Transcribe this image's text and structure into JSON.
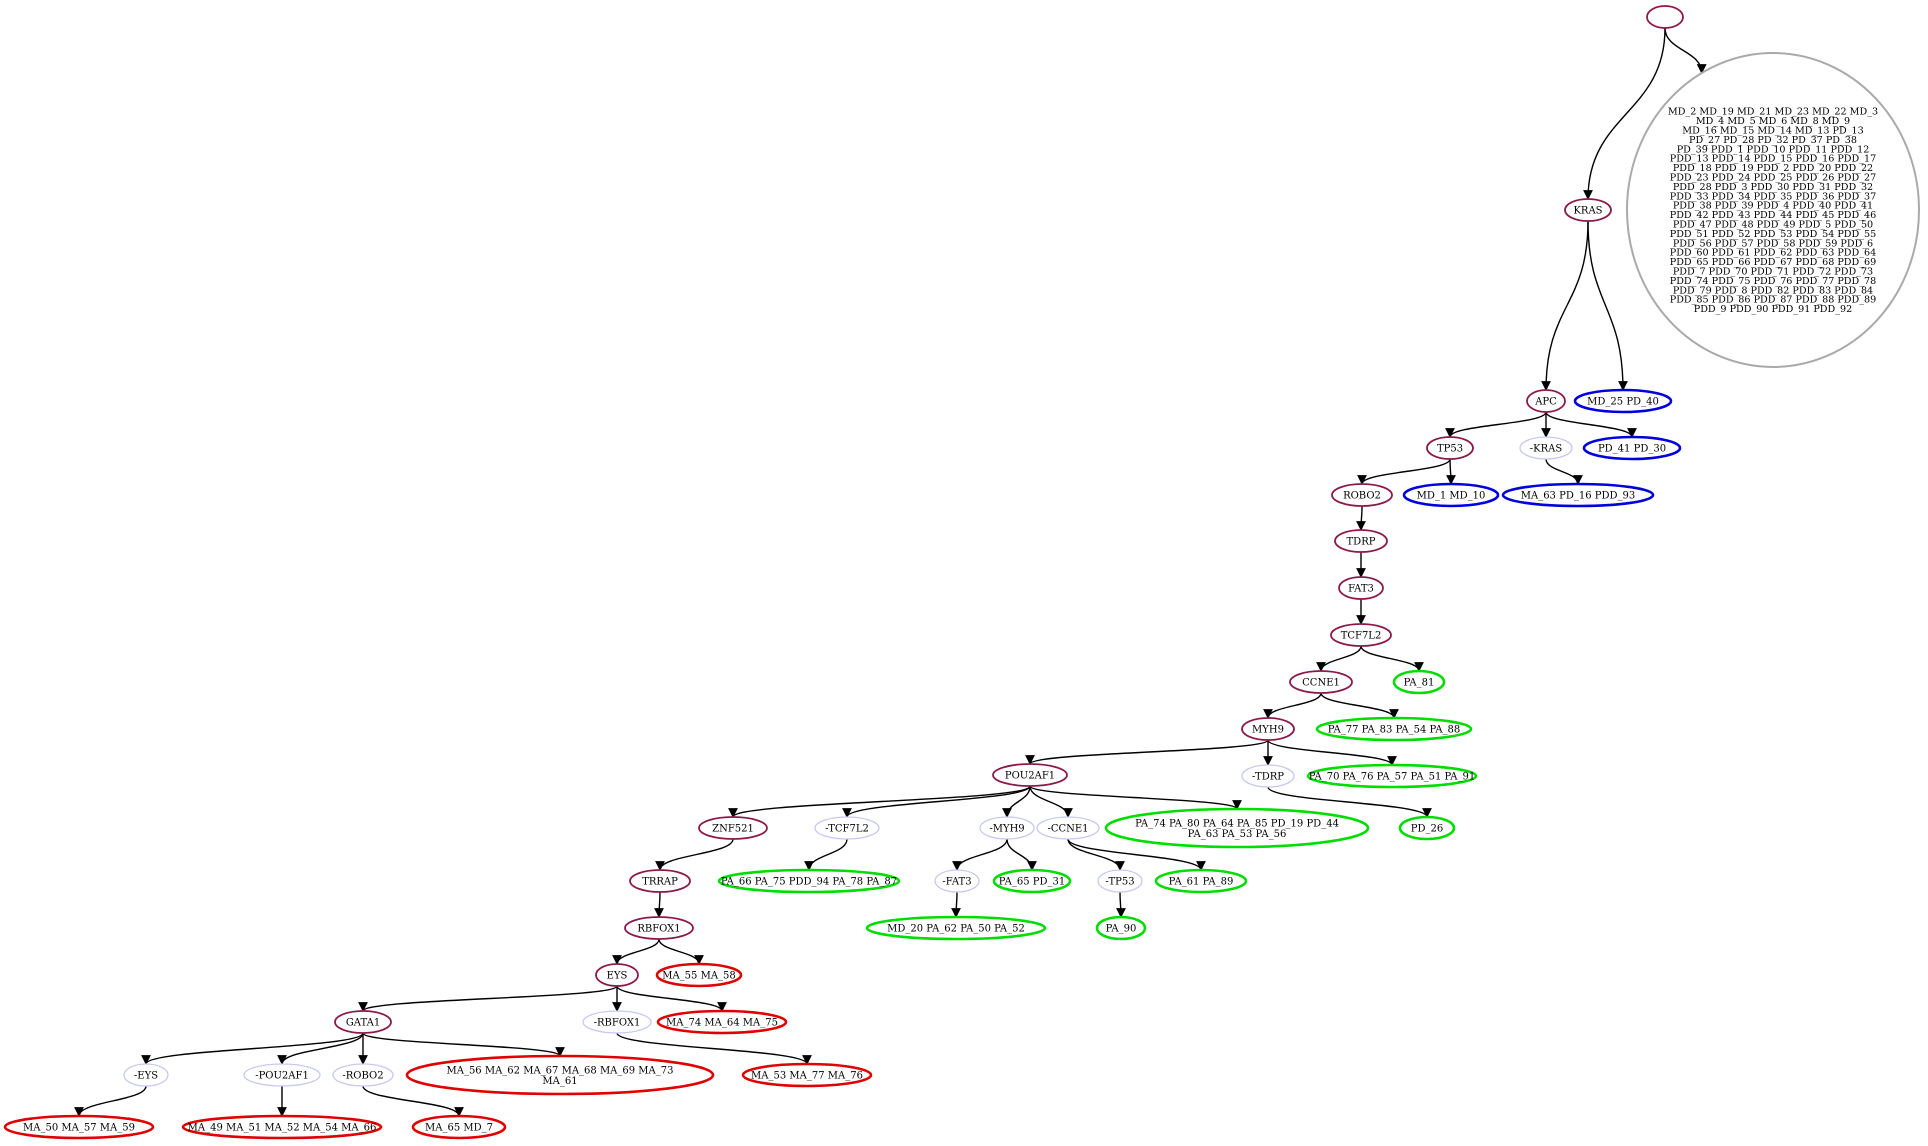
{
  "colors": {
    "mutation": "#8b1a4a",
    "loss": "#c8c8f0",
    "group_md": "#0000dd",
    "group_pa": "#00dd00",
    "group_ma": "#e00000",
    "root_cluster": "#aaaaaa",
    "edge": "#000000"
  },
  "nodes": {
    "root": {
      "label": "",
      "kind": "mutation"
    },
    "cluster": {
      "label": "",
      "kind": "cluster",
      "lines": [
        "MD_2 MD_19 MD_21 MD_23 MD_22 MD_3",
        "MD_4 MD_5 MD_6 MD_8 MD_9",
        "MD_16 MD_15 MD_14 MD_13 PD_13",
        "PD_27 PD_28 PD_32 PD_37 PD_38",
        "PD_39 PDD_1 PDD_10 PDD_11 PDD_12",
        "PDD_13 PDD_14 PDD_15 PDD_16 PDD_17",
        "PDD_18 PDD_19 PDD_2 PDD_20 PDD_22",
        "PDD_23 PDD_24 PDD_25 PDD_26 PDD_27",
        "PDD_28 PDD_3 PDD_30 PDD_31 PDD_32",
        "PDD_33 PDD_34 PDD_35 PDD_36 PDD_37",
        "PDD_38 PDD_39 PDD_4 PDD_40 PDD_41",
        "PDD_42 PDD_43 PDD_44 PDD_45 PDD_46",
        "PDD_47 PDD_48 PDD_49 PDD_5 PDD_50",
        "PDD_51 PDD_52 PDD_53 PDD_54 PDD_55",
        "PDD_56 PDD_57 PDD_58 PDD_59 PDD_6",
        "PDD_60 PDD_61 PDD_62 PDD_63 PDD_64",
        "PDD_65 PDD_66 PDD_67 PDD_68 PDD_69",
        "PDD_7 PDD_70 PDD_71 PDD_72 PDD_73",
        "PDD_74 PDD_75 PDD_76 PDD_77 PDD_78",
        "PDD_79 PDD_8 PDD_82 PDD_83 PDD_84",
        "PDD_85 PDD_86 PDD_87 PDD_88 PDD_89",
        "PDD_9 PDD_90 PDD_91 PDD_92"
      ]
    },
    "kras": {
      "label": "KRAS",
      "kind": "mutation"
    },
    "md25": {
      "label": "MD_25 PD_40",
      "kind": "group_md"
    },
    "apc": {
      "label": "APC",
      "kind": "mutation"
    },
    "tp53": {
      "label": "TP53",
      "kind": "mutation"
    },
    "nkras": {
      "label": "-KRAS",
      "kind": "loss"
    },
    "pd41": {
      "label": "PD_41 PD_30",
      "kind": "group_md"
    },
    "robo2": {
      "label": "ROBO2",
      "kind": "mutation"
    },
    "md1": {
      "label": "MD_1 MD_10",
      "kind": "group_md"
    },
    "ma63": {
      "label": "MA_63 PD_16 PDD_93",
      "kind": "group_md"
    },
    "tdrp": {
      "label": "TDRP",
      "kind": "mutation"
    },
    "fat3": {
      "label": "FAT3",
      "kind": "mutation"
    },
    "tcf7l2": {
      "label": "TCF7L2",
      "kind": "mutation"
    },
    "pa81": {
      "label": "PA_81",
      "kind": "group_pa"
    },
    "ccne1": {
      "label": "CCNE1",
      "kind": "mutation"
    },
    "pa77": {
      "label": "PA_77 PA_83 PA_54 PA_88",
      "kind": "group_pa"
    },
    "myh9": {
      "label": "MYH9",
      "kind": "mutation"
    },
    "pou2af1": {
      "label": "POU2AF1",
      "kind": "mutation"
    },
    "ntdrp": {
      "label": "-TDRP",
      "kind": "loss"
    },
    "pa70": {
      "label": "PA_70 PA_76 PA_57 PA_51 PA_91",
      "kind": "group_pa"
    },
    "pd26": {
      "label": "PD_26",
      "kind": "group_pa"
    },
    "znf521": {
      "label": "ZNF521",
      "kind": "mutation"
    },
    "ntcf7l2": {
      "label": "-TCF7L2",
      "kind": "loss"
    },
    "nmyh9": {
      "label": "-MYH9",
      "kind": "loss"
    },
    "nccne1": {
      "label": "-CCNE1",
      "kind": "loss"
    },
    "pa74": {
      "label": "",
      "kind": "group_pa",
      "lines": [
        "PA_74 PA_80 PA_64 PA_85 PD_19 PD_44",
        "PA_63 PA_53 PA_56"
      ]
    },
    "trrap": {
      "label": "TRRAP",
      "kind": "mutation"
    },
    "pa66": {
      "label": "PA_66 PA_75 PDD_94 PA_78 PA_87",
      "kind": "group_pa"
    },
    "nfat3": {
      "label": "-FAT3",
      "kind": "loss"
    },
    "pa65": {
      "label": "PA_65 PD_31",
      "kind": "group_pa"
    },
    "ntp53": {
      "label": "-TP53",
      "kind": "loss"
    },
    "pa61": {
      "label": "PA_61 PA_89",
      "kind": "group_pa"
    },
    "rbfox1": {
      "label": "RBFOX1",
      "kind": "mutation"
    },
    "md20": {
      "label": "MD_20 PA_62 PA_50 PA_52",
      "kind": "group_pa"
    },
    "pa90": {
      "label": "PA_90",
      "kind": "group_pa"
    },
    "eys": {
      "label": "EYS",
      "kind": "mutation"
    },
    "ma55": {
      "label": "MA_55 MA_58",
      "kind": "group_ma"
    },
    "gata1": {
      "label": "GATA1",
      "kind": "mutation"
    },
    "nrbfox1": {
      "label": "-RBFOX1",
      "kind": "loss"
    },
    "ma74": {
      "label": "MA_74 MA_64 MA_75",
      "kind": "group_ma"
    },
    "neys": {
      "label": "-EYS",
      "kind": "loss"
    },
    "npou2af1": {
      "label": "-POU2AF1",
      "kind": "loss"
    },
    "nrobo2": {
      "label": "-ROBO2",
      "kind": "loss"
    },
    "ma56": {
      "label": "",
      "kind": "group_ma",
      "lines": [
        "MA_56 MA_62 MA_67 MA_68 MA_69 MA_73",
        "MA_61"
      ]
    },
    "ma53": {
      "label": "MA_53 MA_77 MA_76",
      "kind": "group_ma"
    },
    "ma50": {
      "label": "MA_50 MA_57 MA_59",
      "kind": "group_ma"
    },
    "ma49": {
      "label": "MA_49 MA_51 MA_52 MA_54 MA_66",
      "kind": "group_ma"
    },
    "ma65": {
      "label": "MA_65 MD_7",
      "kind": "group_ma"
    }
  },
  "edges": [
    [
      "root",
      "kras"
    ],
    [
      "root",
      "cluster"
    ],
    [
      "kras",
      "apc"
    ],
    [
      "kras",
      "md25"
    ],
    [
      "apc",
      "tp53"
    ],
    [
      "apc",
      "nkras"
    ],
    [
      "apc",
      "pd41"
    ],
    [
      "tp53",
      "robo2"
    ],
    [
      "tp53",
      "md1"
    ],
    [
      "nkras",
      "ma63"
    ],
    [
      "robo2",
      "tdrp"
    ],
    [
      "tdrp",
      "fat3"
    ],
    [
      "fat3",
      "tcf7l2"
    ],
    [
      "tcf7l2",
      "ccne1"
    ],
    [
      "tcf7l2",
      "pa81"
    ],
    [
      "ccne1",
      "myh9"
    ],
    [
      "ccne1",
      "pa77"
    ],
    [
      "myh9",
      "pou2af1"
    ],
    [
      "myh9",
      "ntdrp"
    ],
    [
      "myh9",
      "pa70"
    ],
    [
      "ntdrp",
      "pd26"
    ],
    [
      "pou2af1",
      "znf521"
    ],
    [
      "pou2af1",
      "ntcf7l2"
    ],
    [
      "pou2af1",
      "nmyh9"
    ],
    [
      "pou2af1",
      "nccne1"
    ],
    [
      "pou2af1",
      "pa74"
    ],
    [
      "znf521",
      "trrap"
    ],
    [
      "ntcf7l2",
      "pa66"
    ],
    [
      "nmyh9",
      "nfat3"
    ],
    [
      "nmyh9",
      "pa65"
    ],
    [
      "nccne1",
      "ntp53"
    ],
    [
      "nccne1",
      "pa61"
    ],
    [
      "trrap",
      "rbfox1"
    ],
    [
      "nfat3",
      "md20"
    ],
    [
      "ntp53",
      "pa90"
    ],
    [
      "rbfox1",
      "eys"
    ],
    [
      "rbfox1",
      "ma55"
    ],
    [
      "eys",
      "gata1"
    ],
    [
      "eys",
      "nrbfox1"
    ],
    [
      "eys",
      "ma74"
    ],
    [
      "gata1",
      "neys"
    ],
    [
      "gata1",
      "npou2af1"
    ],
    [
      "gata1",
      "nrobo2"
    ],
    [
      "gata1",
      "ma56"
    ],
    [
      "nrbfox1",
      "ma53"
    ],
    [
      "neys",
      "ma50"
    ],
    [
      "npou2af1",
      "ma49"
    ],
    [
      "nrobo2",
      "ma65"
    ]
  ]
}
